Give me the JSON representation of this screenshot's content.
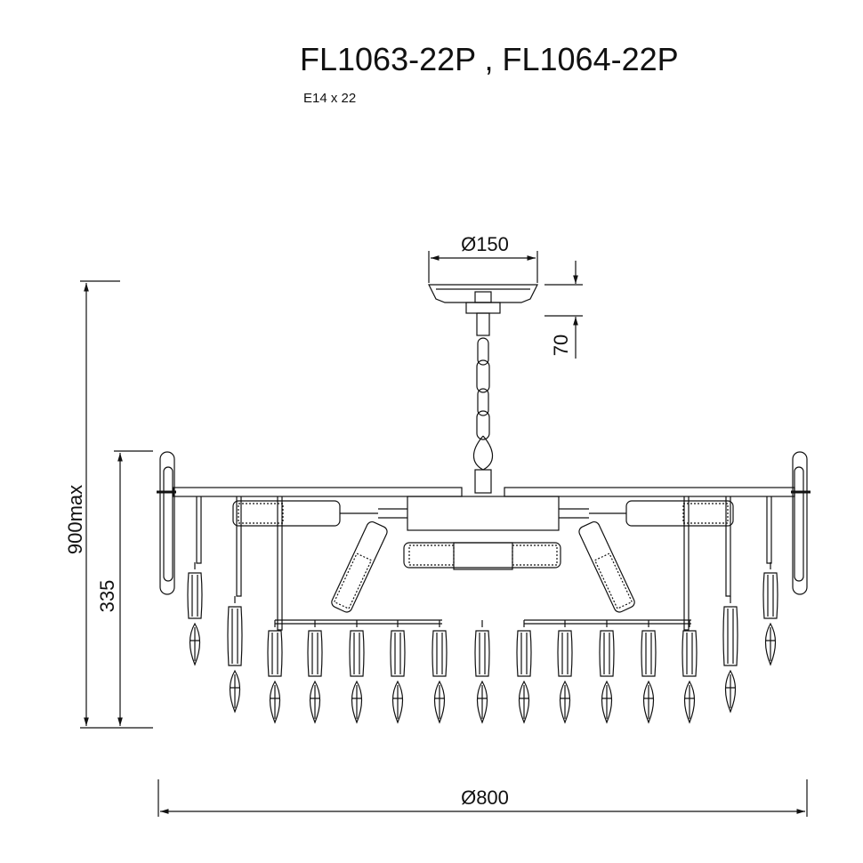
{
  "header": {
    "title": "FL1063-22P , FL1064-22P",
    "lamp_spec": "E14 x 22"
  },
  "dimensions": {
    "canopy_diameter": "Ø150",
    "canopy_height": "70",
    "total_height": "900max",
    "body_height": "335",
    "overall_diameter": "Ø800"
  },
  "colors": {
    "line": "#111111",
    "background": "#ffffff"
  }
}
